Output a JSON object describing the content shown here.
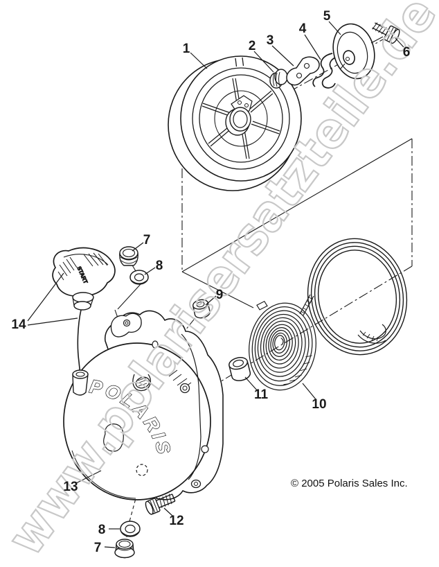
{
  "diagram": {
    "watermark_text": "www.polarisersatzteile.de",
    "copyright_text": "© 2005 Polaris Sales Inc.",
    "housing_logo_text": "POLARIS",
    "handle_grip_text": "START",
    "ink_color": "#1a1a1a",
    "watermark_color": "#c8c8c8",
    "callouts": [
      {
        "label": "1"
      },
      {
        "label": "2"
      },
      {
        "label": "3"
      },
      {
        "label": "4"
      },
      {
        "label": "5"
      },
      {
        "label": "6"
      },
      {
        "label": "7"
      },
      {
        "label": "8"
      },
      {
        "label": "9"
      },
      {
        "label": "10"
      },
      {
        "label": "11"
      },
      {
        "label": "12"
      },
      {
        "label": "13"
      },
      {
        "label": "14"
      },
      {
        "label": "8"
      },
      {
        "label": "7"
      }
    ]
  }
}
